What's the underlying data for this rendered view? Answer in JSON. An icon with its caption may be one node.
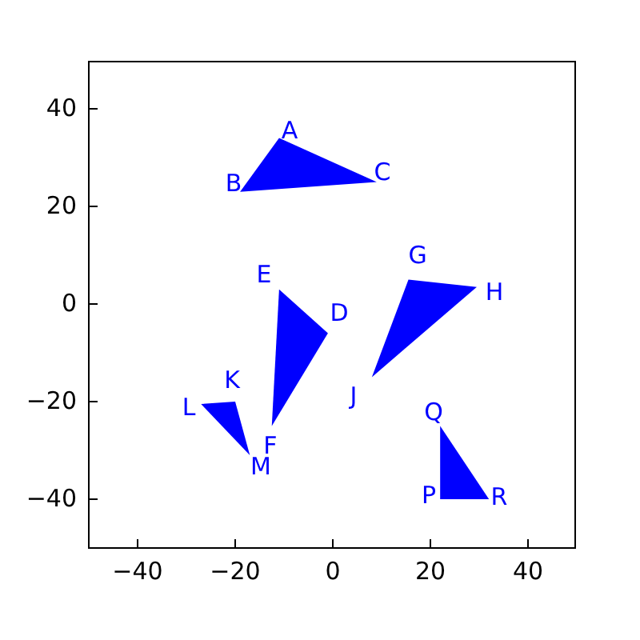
{
  "diagram": {
    "nodes": [
      {
        "text": [],
        "shape": "triangle",
        "beside": [
          "A",
          "B",
          "C"
        ]
      },
      {
        "text": [],
        "shape": "triangle",
        "beside": [
          "D",
          "E",
          "F"
        ]
      },
      {
        "text": [],
        "shape": "triangle",
        "beside": [
          "G",
          "H",
          "J"
        ]
      },
      {
        "text": [],
        "shape": "triangle",
        "beside": [
          "K",
          "L",
          "M"
        ]
      },
      {
        "text": [],
        "shape": "triangle",
        "beside": [
          "P",
          "Q",
          "R"
        ]
      }
    ],
    "edges": [],
    "labels": [
      "40",
      "20",
      "0",
      "−20",
      "−40",
      "−40",
      "−20",
      "0",
      "20",
      "40"
    ]
  }
}
